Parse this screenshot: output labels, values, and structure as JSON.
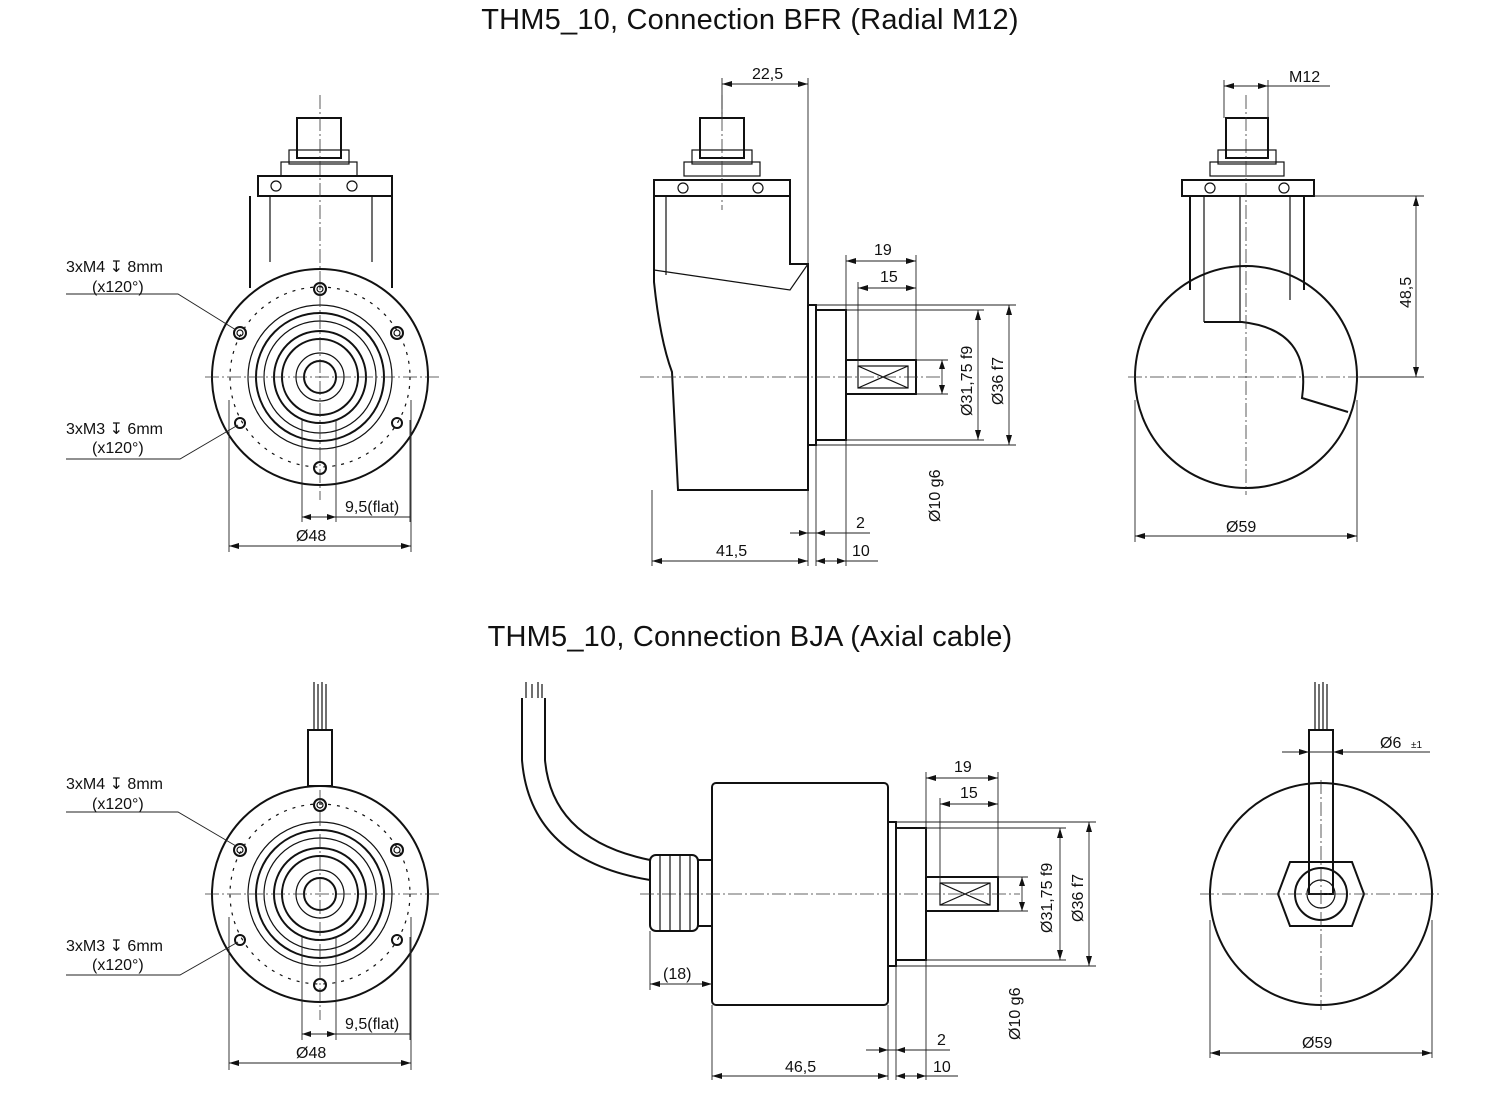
{
  "section_bfr": {
    "title": "THM5_10, Connection BFR (Radial M12)",
    "front": {
      "m4_holes": "3xM4 ↧ 8mm",
      "m4_angle": "(x120°)",
      "m3_holes": "3xM3 ↧ 6mm",
      "m3_angle": "(x120°)",
      "flat": "9,5(flat)",
      "diameter": "Ø48"
    },
    "side": {
      "connector_offset": "22,5",
      "shaft_length": "19",
      "key_length": "15",
      "d_pilot": "Ø31,75 f9",
      "d_flange": "Ø36 f7",
      "d_shaft": "Ø10 g6",
      "body_length": "41,5",
      "gap": "2",
      "flange_length": "10"
    },
    "rear": {
      "thread": "M12",
      "height": "48,5",
      "diameter": "Ø59"
    }
  },
  "section_bja": {
    "title": "THM5_10, Connection BJA (Axial cable)",
    "front": {
      "m4_holes": "3xM4 ↧ 8mm",
      "m4_angle": "(x120°)",
      "m3_holes": "3xM3 ↧ 6mm",
      "m3_angle": "(x120°)",
      "flat": "9,5(flat)",
      "diameter": "Ø48"
    },
    "side": {
      "gland_length": "(18)",
      "shaft_length": "19",
      "key_length": "15",
      "d_pilot": "Ø31,75 f9",
      "d_flange": "Ø36 f7",
      "d_shaft": "Ø10 g6",
      "body_length": "46,5",
      "gap": "2",
      "flange_length": "10"
    },
    "rear": {
      "cable_dia": "Ø6",
      "cable_tol": "±1",
      "diameter": "Ø59"
    }
  }
}
